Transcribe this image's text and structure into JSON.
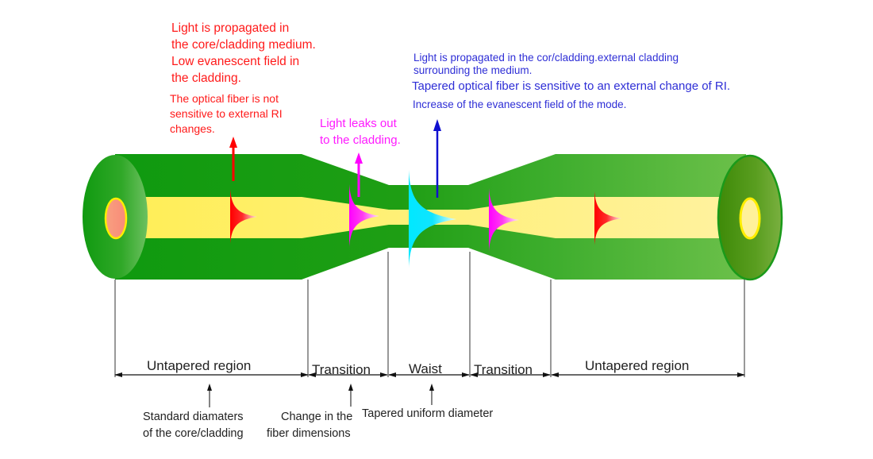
{
  "colors": {
    "cladding_dark": "#0f9a0f",
    "cladding_light": "#6cc04a",
    "core": "#fff07a",
    "core_pale": "#fff19a",
    "end_core_left": "#f79a80",
    "end_ring_yellow": "#ffff00",
    "end_right_face": "#4e9a10",
    "pulse_red": "#ff0000",
    "pulse_magenta": "#ff00ff",
    "pulse_cyan": "#00e5ff",
    "arrow_red": "#ff0000",
    "arrow_magenta": "#ff00ff",
    "arrow_blue": "#1010d0",
    "annotation_red": "#ff1a1a",
    "annotation_blue": "#2e2ed6",
    "annotation_magenta": "#ff1aff",
    "dimension_lines": "#333333"
  },
  "annotations": {
    "untapered_left": {
      "lines": [
        "Light is propagated in",
        "the core/cladding medium.",
        "Low evanescent field in",
        "the cladding."
      ],
      "sensitivity_lines": [
        "The optical fiber is not",
        "sensitive to external RI",
        "changes."
      ]
    },
    "transition": {
      "lines": [
        "Light leaks out",
        "to the cladding."
      ]
    },
    "waist": {
      "lines": [
        "Light is propagated in the cor/cladding.external cladding",
        "surrounding the medium."
      ],
      "sensitivity_line": "Tapered optical fiber is sensitive to an external change of RI.",
      "evanescent_line": "Increase of the evanescent field of the mode."
    }
  },
  "regions": [
    {
      "label": "Untapered region"
    },
    {
      "label": "Transition"
    },
    {
      "label": "Waist"
    },
    {
      "label": "Transition"
    },
    {
      "label": "Untapered region"
    }
  ],
  "footnotes": [
    {
      "lines": [
        "Standard diamaters",
        "of the core/cladding"
      ]
    },
    {
      "lines": [
        "Change in the",
        "fiber dimensions"
      ]
    },
    {
      "lines": [
        "Tapered uniform diameter"
      ]
    }
  ],
  "pulses": [
    {
      "name": "untapered-left-pulse",
      "color": "red"
    },
    {
      "name": "transition-left-pulse",
      "color": "magenta"
    },
    {
      "name": "waist-pulse",
      "color": "cyan"
    },
    {
      "name": "transition-right-pulse",
      "color": "magenta"
    },
    {
      "name": "untapered-right-pulse",
      "color": "red"
    }
  ]
}
